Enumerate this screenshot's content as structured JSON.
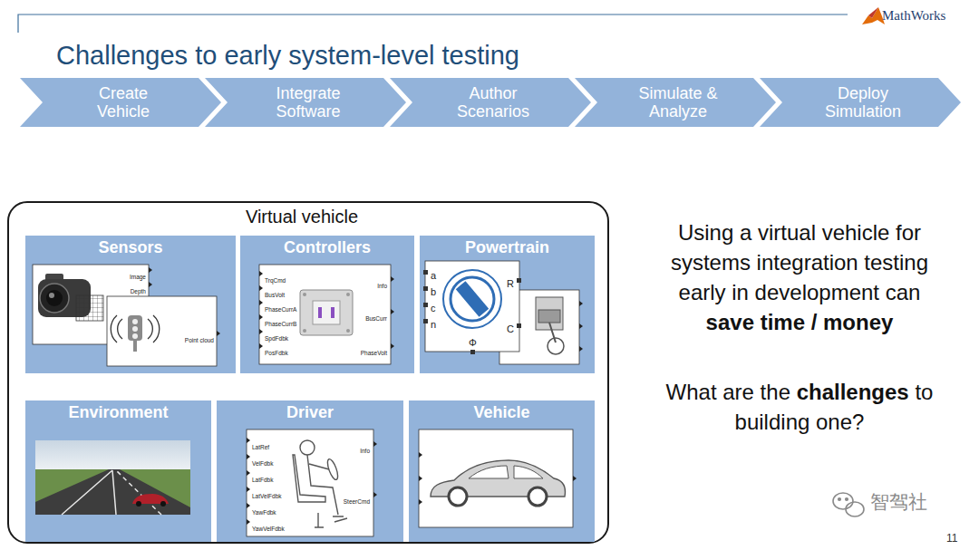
{
  "diagram": {
    "title": "Challenges to early system-level testing",
    "nodes": [
      {
        "text": [
          "Create Vehicle"
        ]
      },
      {
        "text": [
          "Integrate Software"
        ]
      },
      {
        "text": [
          "Author Scenarios"
        ]
      },
      {
        "text": [
          "Simulate & Analyze"
        ]
      },
      {
        "text": [
          "Deploy Simulation"
        ]
      },
      {
        "text": [
          "Virtual vehicle"
        ]
      },
      {
        "text": [
          "Sensors"
        ],
        "in": 5
      },
      {
        "text": [
          "Controllers"
        ],
        "in": 5
      },
      {
        "text": [
          "Powertrain"
        ],
        "in": 5
      },
      {
        "text": [
          "Environment"
        ],
        "in": 5
      },
      {
        "text": [
          "Driver"
        ],
        "in": 5
      },
      {
        "text": [
          "Vehicle"
        ],
        "in": 5
      }
    ],
    "labels": [
      "MathWorks",
      "Using a virtual vehicle for systems integration testing early in development can",
      "save time / money",
      "What are the",
      "challenges",
      "to building one?",
      "11",
      "智驾社",
      "Image",
      "Depth",
      "Point cloud",
      "TrqCmd",
      "BusVolt",
      "PhaseCurrA",
      "PhaseCurrB",
      "SpdFdbk",
      "PosFdbk",
      "Info",
      "BusCurr",
      "PhaseVolt",
      "a",
      "b",
      "c",
      "n",
      "R",
      "C",
      "Φ",
      "LatRef",
      "VelFdbk",
      "LatFdbk",
      "LatVelFdbk",
      "YawFdbk",
      "YawVelFdbk",
      "Info",
      "SteerCmd"
    ]
  }
}
